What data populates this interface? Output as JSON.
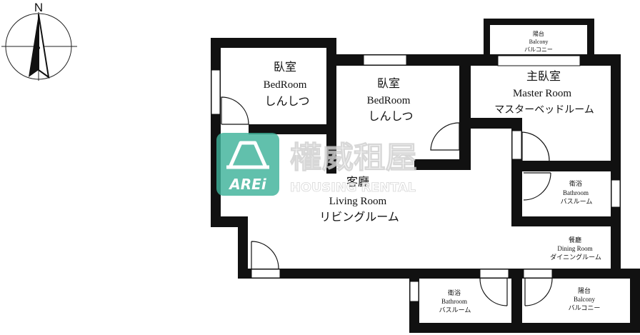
{
  "compass": {
    "north_label": "N"
  },
  "rooms": {
    "bedroom1": {
      "zh": "臥室",
      "en": "BedRoom",
      "jp": "しんしつ"
    },
    "bedroom2": {
      "zh": "臥室",
      "en": "BedRoom",
      "jp": "しんしつ"
    },
    "master": {
      "zh": "主臥室",
      "en": "Master Room",
      "jp": "マスターベッドルーム"
    },
    "balcony_top": {
      "zh": "陽台",
      "en": "Balcony",
      "jp": "バルコニー"
    },
    "living": {
      "zh": "客廳",
      "en": "Living Room",
      "jp": "リビングルーム"
    },
    "bath_right": {
      "zh": "衛浴",
      "en": "Bathroom",
      "jp": "バスルーム"
    },
    "dining": {
      "zh": "餐廳",
      "en": "Dining Room",
      "jp": "ダイニングルーム"
    },
    "bath_bottom": {
      "zh": "衛浴",
      "en": "Bathroom",
      "jp": "バスルーム"
    },
    "balcony_bottom": {
      "zh": "陽台",
      "en": "Balcony",
      "jp": "バルコニー"
    }
  },
  "watermark": {
    "badge_text": "AREi",
    "title": "權威租屋",
    "subtitle": "HOUSING RENTAL",
    "badge_color": "#3fb39a"
  },
  "colors": {
    "wall": "#111111",
    "window": "#ffffff"
  }
}
